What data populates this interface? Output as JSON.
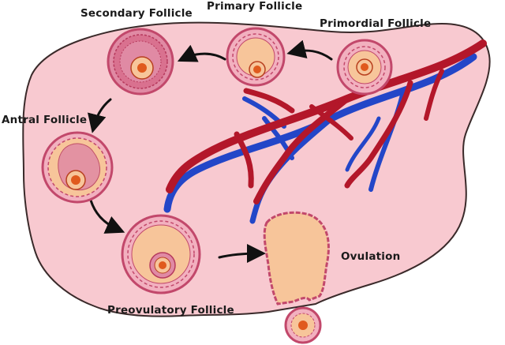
{
  "diagram": {
    "labels": {
      "secondary": "Secondary Follicle",
      "primary": "Primary Follicle",
      "primordial": "Primordial Follicle",
      "antral": "Antral Follicle",
      "preovulatory": "Preovulatory Follicle",
      "ovulation": "Ovulation"
    },
    "colors": {
      "ovary": "#f8c9d0",
      "ovary_outline": "#3a2a2a",
      "follicle_ring": "#c2486b",
      "follicle_fill": "#f7c59a",
      "oocyte_nucleus": "#e05a1e",
      "artery": "#b3172a",
      "vein": "#2346c8"
    }
  }
}
